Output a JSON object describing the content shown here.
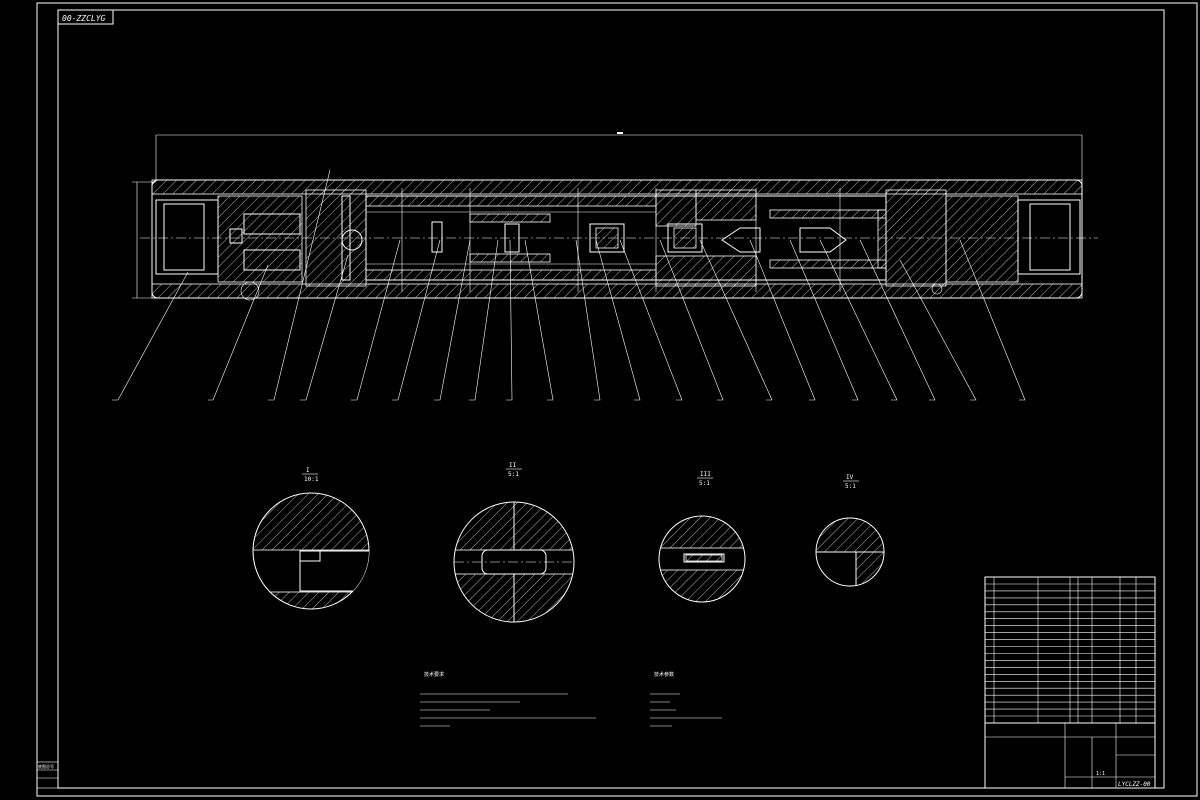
{
  "drawing_number_box": "00-ZZCLYG",
  "title_block": {
    "name": "",
    "code": "LYCLZZ-00",
    "scale": "1:1"
  },
  "detail_views": [
    {
      "id": "I",
      "scale": "10:1"
    },
    {
      "id": "II",
      "scale": "5:1"
    },
    {
      "id": "III",
      "scale": "5:1"
    },
    {
      "id": "IV",
      "scale": "5:1"
    }
  ],
  "notes": {
    "left_heading": "技术要求",
    "right_heading": "技术参数"
  },
  "margin_label": "底图总号"
}
